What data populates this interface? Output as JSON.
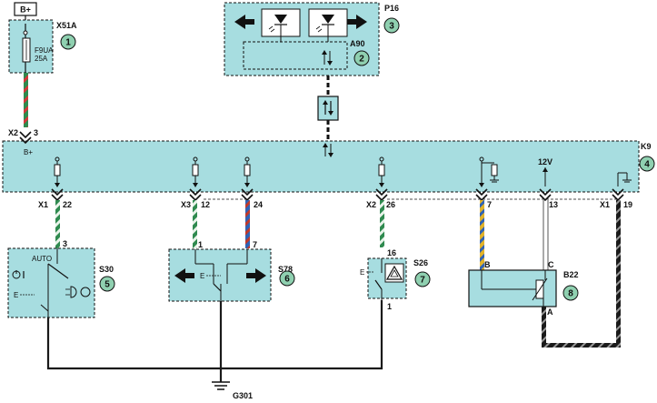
{
  "supply": {
    "label": "B+"
  },
  "fuse_block": {
    "code": "X51A",
    "fuse_name": "F9UA",
    "fuse_rating": "25A",
    "callout": "1"
  },
  "display_unit": {
    "code": "P16",
    "callout": "3"
  },
  "display_module": {
    "code": "A90",
    "callout": "2"
  },
  "bcm": {
    "code": "K9",
    "callout": "4",
    "supply_connector": "X2",
    "supply_pin": "3",
    "supply_label": "B+",
    "pins": [
      {
        "connector": "X1",
        "pin": "22"
      },
      {
        "connector": "X3",
        "pin": "12"
      },
      {
        "connector": "",
        "pin": "24"
      },
      {
        "connector": "X2",
        "pin": "26"
      },
      {
        "connector": "",
        "pin": "7"
      },
      {
        "connector": "",
        "pin": "13"
      },
      {
        "connector": "X1",
        "pin": "19"
      }
    ],
    "sensor_supply_label": "12V"
  },
  "light_switch": {
    "code": "S30",
    "callout": "5",
    "pin": "3",
    "auto_label": "AUTO"
  },
  "turn_switch": {
    "code": "S78",
    "callout": "6",
    "pin_left": "1",
    "pin_right": "7"
  },
  "hazard_switch": {
    "code": "S26",
    "callout": "7",
    "pin_top": "16",
    "pin_bottom": "1"
  },
  "light_sensor": {
    "code": "B22",
    "callout": "8",
    "pin_b": "B",
    "pin_c": "C",
    "pin_a": "A"
  },
  "ground": {
    "code": "G301"
  },
  "colors": {
    "module_fill": "#a7dde0",
    "wire_red": "#d8363a",
    "wire_green": "#2f8a4f",
    "wire_blue": "#2f63b5",
    "wire_yellow": "#e2b32a",
    "wire_black": "#1a1a1a",
    "callout_fill": "#8fd0b0"
  },
  "icons": [
    "fuse-icon",
    "lamp-icon",
    "arrow-left-icon",
    "arrow-right-icon",
    "bidirectional-arrow-icon",
    "hazard-triangle-icon",
    "headlight-icon",
    "ground-icon",
    "resistor-icon",
    "light-sensor-icon"
  ]
}
